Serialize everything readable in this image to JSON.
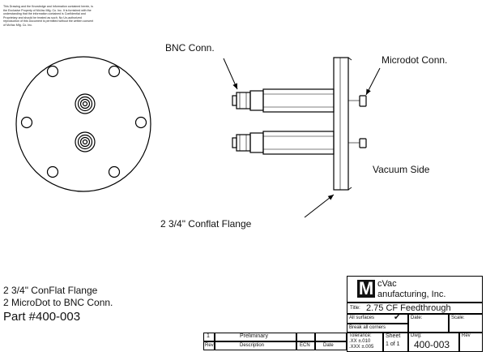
{
  "notice": "This Drawing and the Knowledge and Information contained herein, is the Exclusive Property of McVac Mfg. Co. Inc. It is furnished with the understanding that the information contained is Confidential and Proprietary and should be treated as such. No Un-authorized reproduction of this Document is permitted without the written consent of McVac Mfg. Co. Inc.",
  "callouts": {
    "bnc": "BNC Conn.",
    "microdot": "Microdot Conn.",
    "vacuum": "Vacuum Side",
    "flange": "2 3/4\" Conflat Flange"
  },
  "description": {
    "line1": "2 3/4\" ConFlat Flange",
    "line2": "2 MicroDot to BNC Conn.",
    "part": "Part #400-003"
  },
  "company": {
    "logo_letter": "M",
    "line1": "cVac",
    "line2": "anufacturing, Inc."
  },
  "title_block": {
    "title_label": "Title:",
    "title_value": "2.75 CF Feedthrough",
    "surfaces": "All surfaces",
    "surfaces_check": "✔",
    "date_label": "Date:",
    "scale_label": "Scale:",
    "corners": "Break all corners",
    "tolerance_label": "Tolerance:",
    "tol_xx": ".XX ±.010",
    "tol_xxx": ".XXX ±.005",
    "sheet_label": "Sheet",
    "sheet_value": "1  of  1",
    "dwg_label": "Dwg:",
    "dwg_value": "400-003",
    "rev_label": "Rev"
  },
  "revision_table": {
    "rev_value": "1",
    "desc_value": "Preliminary",
    "headers": [
      "Rev",
      "Description",
      "ECN",
      "Date"
    ]
  }
}
